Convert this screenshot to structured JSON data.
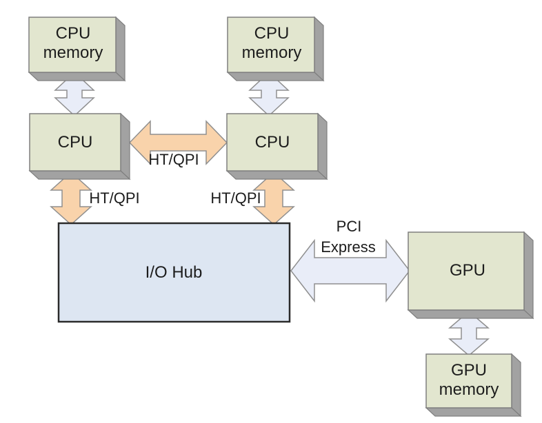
{
  "diagram": {
    "nodes": {
      "cpu_memory_1": {
        "line1": "CPU",
        "line2": "memory"
      },
      "cpu_memory_2": {
        "line1": "CPU",
        "line2": "memory"
      },
      "cpu_1": {
        "label": "CPU"
      },
      "cpu_2": {
        "label": "CPU"
      },
      "io_hub": {
        "label": "I/O Hub"
      },
      "gpu": {
        "label": "GPU"
      },
      "gpu_memory": {
        "line1": "GPU",
        "line2": "memory"
      }
    },
    "links": {
      "cpu1_cpu2": {
        "label": "HT/QPI"
      },
      "cpu1_io_hub": {
        "label": "HT/QPI"
      },
      "cpu2_io_hub": {
        "label": "HT/QPI"
      },
      "io_hub_gpu": {
        "label_line1": "PCI",
        "label_line2": "Express"
      }
    },
    "colors": {
      "background": "#ffffff",
      "node_fill_green": "#e2e6cf",
      "node_fill_blue": "#dde6f2",
      "node_side_gray": "#a2a2a2",
      "node_outline_gray": "#7f7f7f",
      "io_hub_outline": "#2a2a2a",
      "arrow_fill_blue": "#e9edf8",
      "arrow_fill_orange": "#f9d3ab",
      "arrow_outline": "#8f8f8f",
      "text": "#1c1c1c"
    }
  }
}
